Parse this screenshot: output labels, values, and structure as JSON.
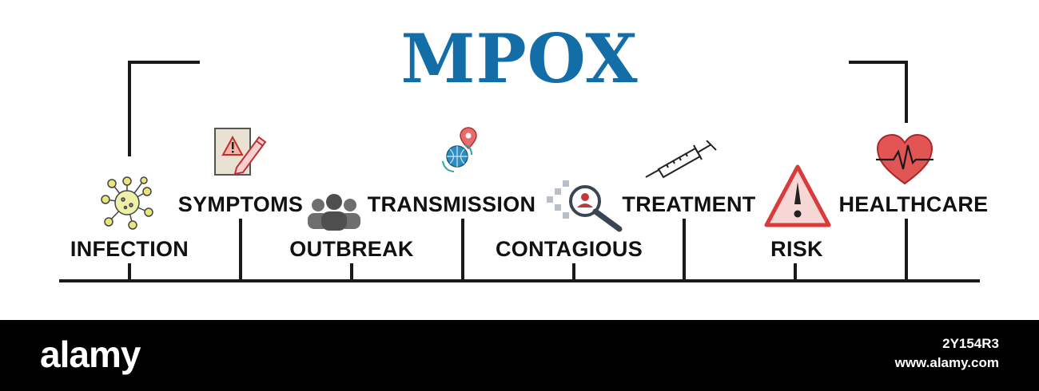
{
  "title": {
    "text": "MPOX",
    "color": "#136ea8"
  },
  "labels": {
    "infection": "INFECTION",
    "symptoms": "SYMPTOMS",
    "outbreak": "OUTBREAK",
    "transmission": "TRANSMISSION",
    "contagious": "CONTAGIOUS",
    "treatment": "TREATMENT",
    "risk": "RISK",
    "healthcare": "HEALTHCARE"
  },
  "icons": [
    "virus-icon",
    "warning-document-icon",
    "people-group-icon",
    "globe-location-icon",
    "magnifier-person-icon",
    "syringe-icon",
    "warning-triangle-icon",
    "heart-pulse-icon"
  ],
  "footer": {
    "brand": "alamy",
    "image_id": "2Y154R3",
    "url": "www.alamy.com"
  },
  "colors": {
    "line": "#1a1a1a",
    "footer_bg": "#000000",
    "heart": "#d93a3a",
    "warning": "#e23b3b"
  }
}
